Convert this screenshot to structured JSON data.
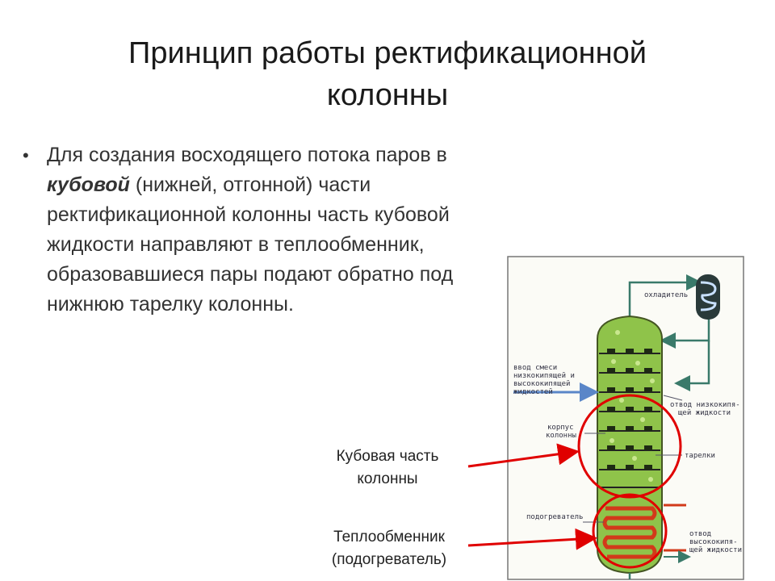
{
  "slide": {
    "title_line1": "Принцип работы ректификационной",
    "title_line2": "колонны",
    "bullet": {
      "part1": "Для создания восходящего потока паров в ",
      "emphasis": "кубовой",
      "part2": " (нижней, отгонной) части ректификационной колонны часть кубовой жидкости направляют в теплообменник, образовавшиеся пары подают обратно под нижнюю тарелку колонны."
    },
    "callouts": {
      "bottom_part_line1": "Кубовая часть",
      "bottom_part_line2": "колонны",
      "heat_exchanger_line1": "Теплообменник",
      "heat_exchanger_line2": "(подогреватель)"
    }
  },
  "diagram_labels": {
    "cooler": "охладитель",
    "feed_line1": "ввод смеси",
    "feed_line2": "низкокипящей и",
    "feed_line3": "высококипящей",
    "feed_line4": "жидкостей",
    "low_out_line1": "отвод низкокипя-",
    "low_out_line2": "щей жидкости",
    "body_line1": "корпус",
    "body_line2": "колонны",
    "trays": "тарелки",
    "heater": "подогреватель",
    "high_out_line1": "отвод",
    "high_out_line2": "высококипя-",
    "high_out_line3": "щей жидкости"
  },
  "colors": {
    "column_fill": "#8fc34a",
    "highlight": "#e00000",
    "pipe": "#3a7a6a",
    "coil": "#d23a1a",
    "arrow_feed": "#5a86c8"
  }
}
